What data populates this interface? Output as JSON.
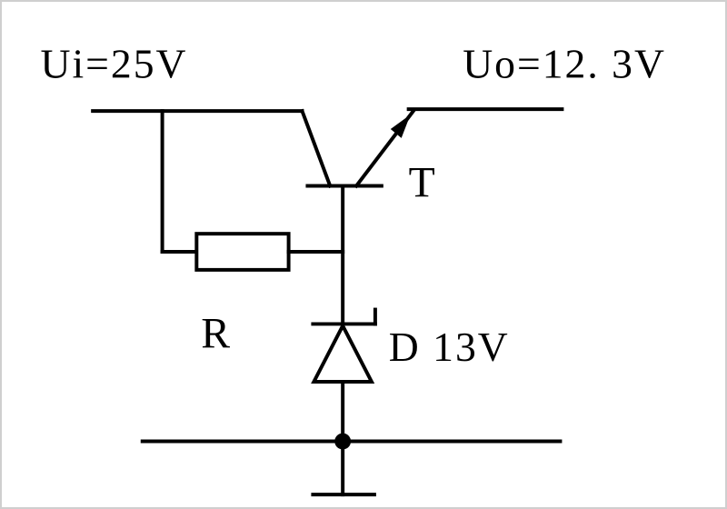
{
  "schematic": {
    "labels": {
      "input": "Ui=25V",
      "output": "Uo=12. 3V",
      "transistor": "T",
      "resistor": "R",
      "diode": "D 13V"
    },
    "colors": {
      "stroke": "#000000",
      "background": "#ffffff",
      "border": "#cfcfcf"
    }
  }
}
